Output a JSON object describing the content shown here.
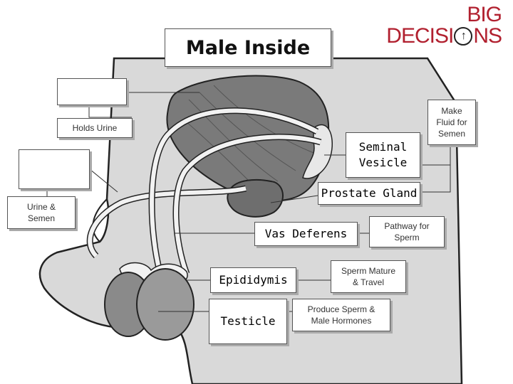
{
  "title": "Male Inside",
  "logo": {
    "line1": "BIG",
    "line2_start": "DECISI",
    "arrow": "↑",
    "line2_end": "NS"
  },
  "labels": {
    "seminal_vesicle": "Seminal\nVesicle",
    "prostate_gland": "Prostate Gland",
    "vas_deferens": "Vas Deferens",
    "epididymis": "Epididymis",
    "testicle": "Testicle",
    "blank_1": "",
    "blank_2": ""
  },
  "descriptions": {
    "holds_urine": "Holds Urine",
    "urine_semen": "Urine &\nSemen",
    "make_fluid": "Make\nFluid for\nSemen",
    "pathway": "Pathway for\nSperm",
    "sperm_mature": "Sperm Mature\n& Travel",
    "produce_sperm": "Produce Sperm &\nMale Hormones"
  },
  "colors": {
    "body": "#d9d9d9",
    "outline": "#222222",
    "bladder": "#7a7a7a",
    "prostate": "#6e6e6e",
    "testicle": "#9a9a9a",
    "tube": "#f2f2f2",
    "brand": "#b1202f"
  }
}
